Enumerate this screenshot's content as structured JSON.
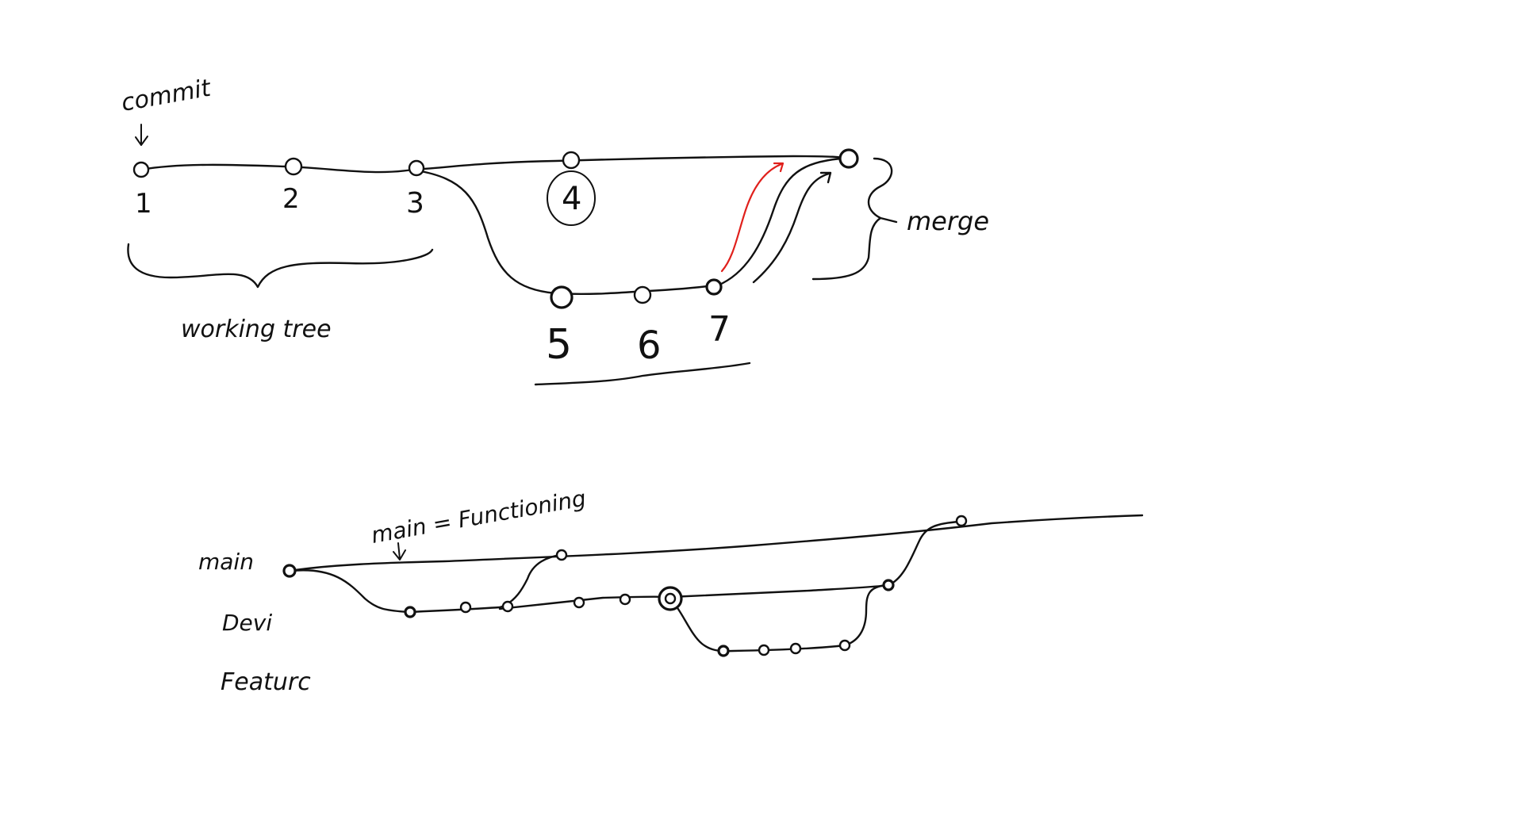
{
  "top_diagram": {
    "commit_label": "commit",
    "commit_numbers": [
      "1",
      "2",
      "3",
      "4",
      "5",
      "6",
      "7"
    ],
    "working_tree_label": "working tree",
    "merge_label": "merge",
    "merge_arrow_color": "#e0201c"
  },
  "bottom_diagram": {
    "branch_labels": [
      "main",
      "Devi",
      "Featurc"
    ],
    "main_annotation": "main = Functioning"
  },
  "colors": {
    "background": "#ffffff",
    "ink": "#111111",
    "highlight": "#e0201c"
  }
}
